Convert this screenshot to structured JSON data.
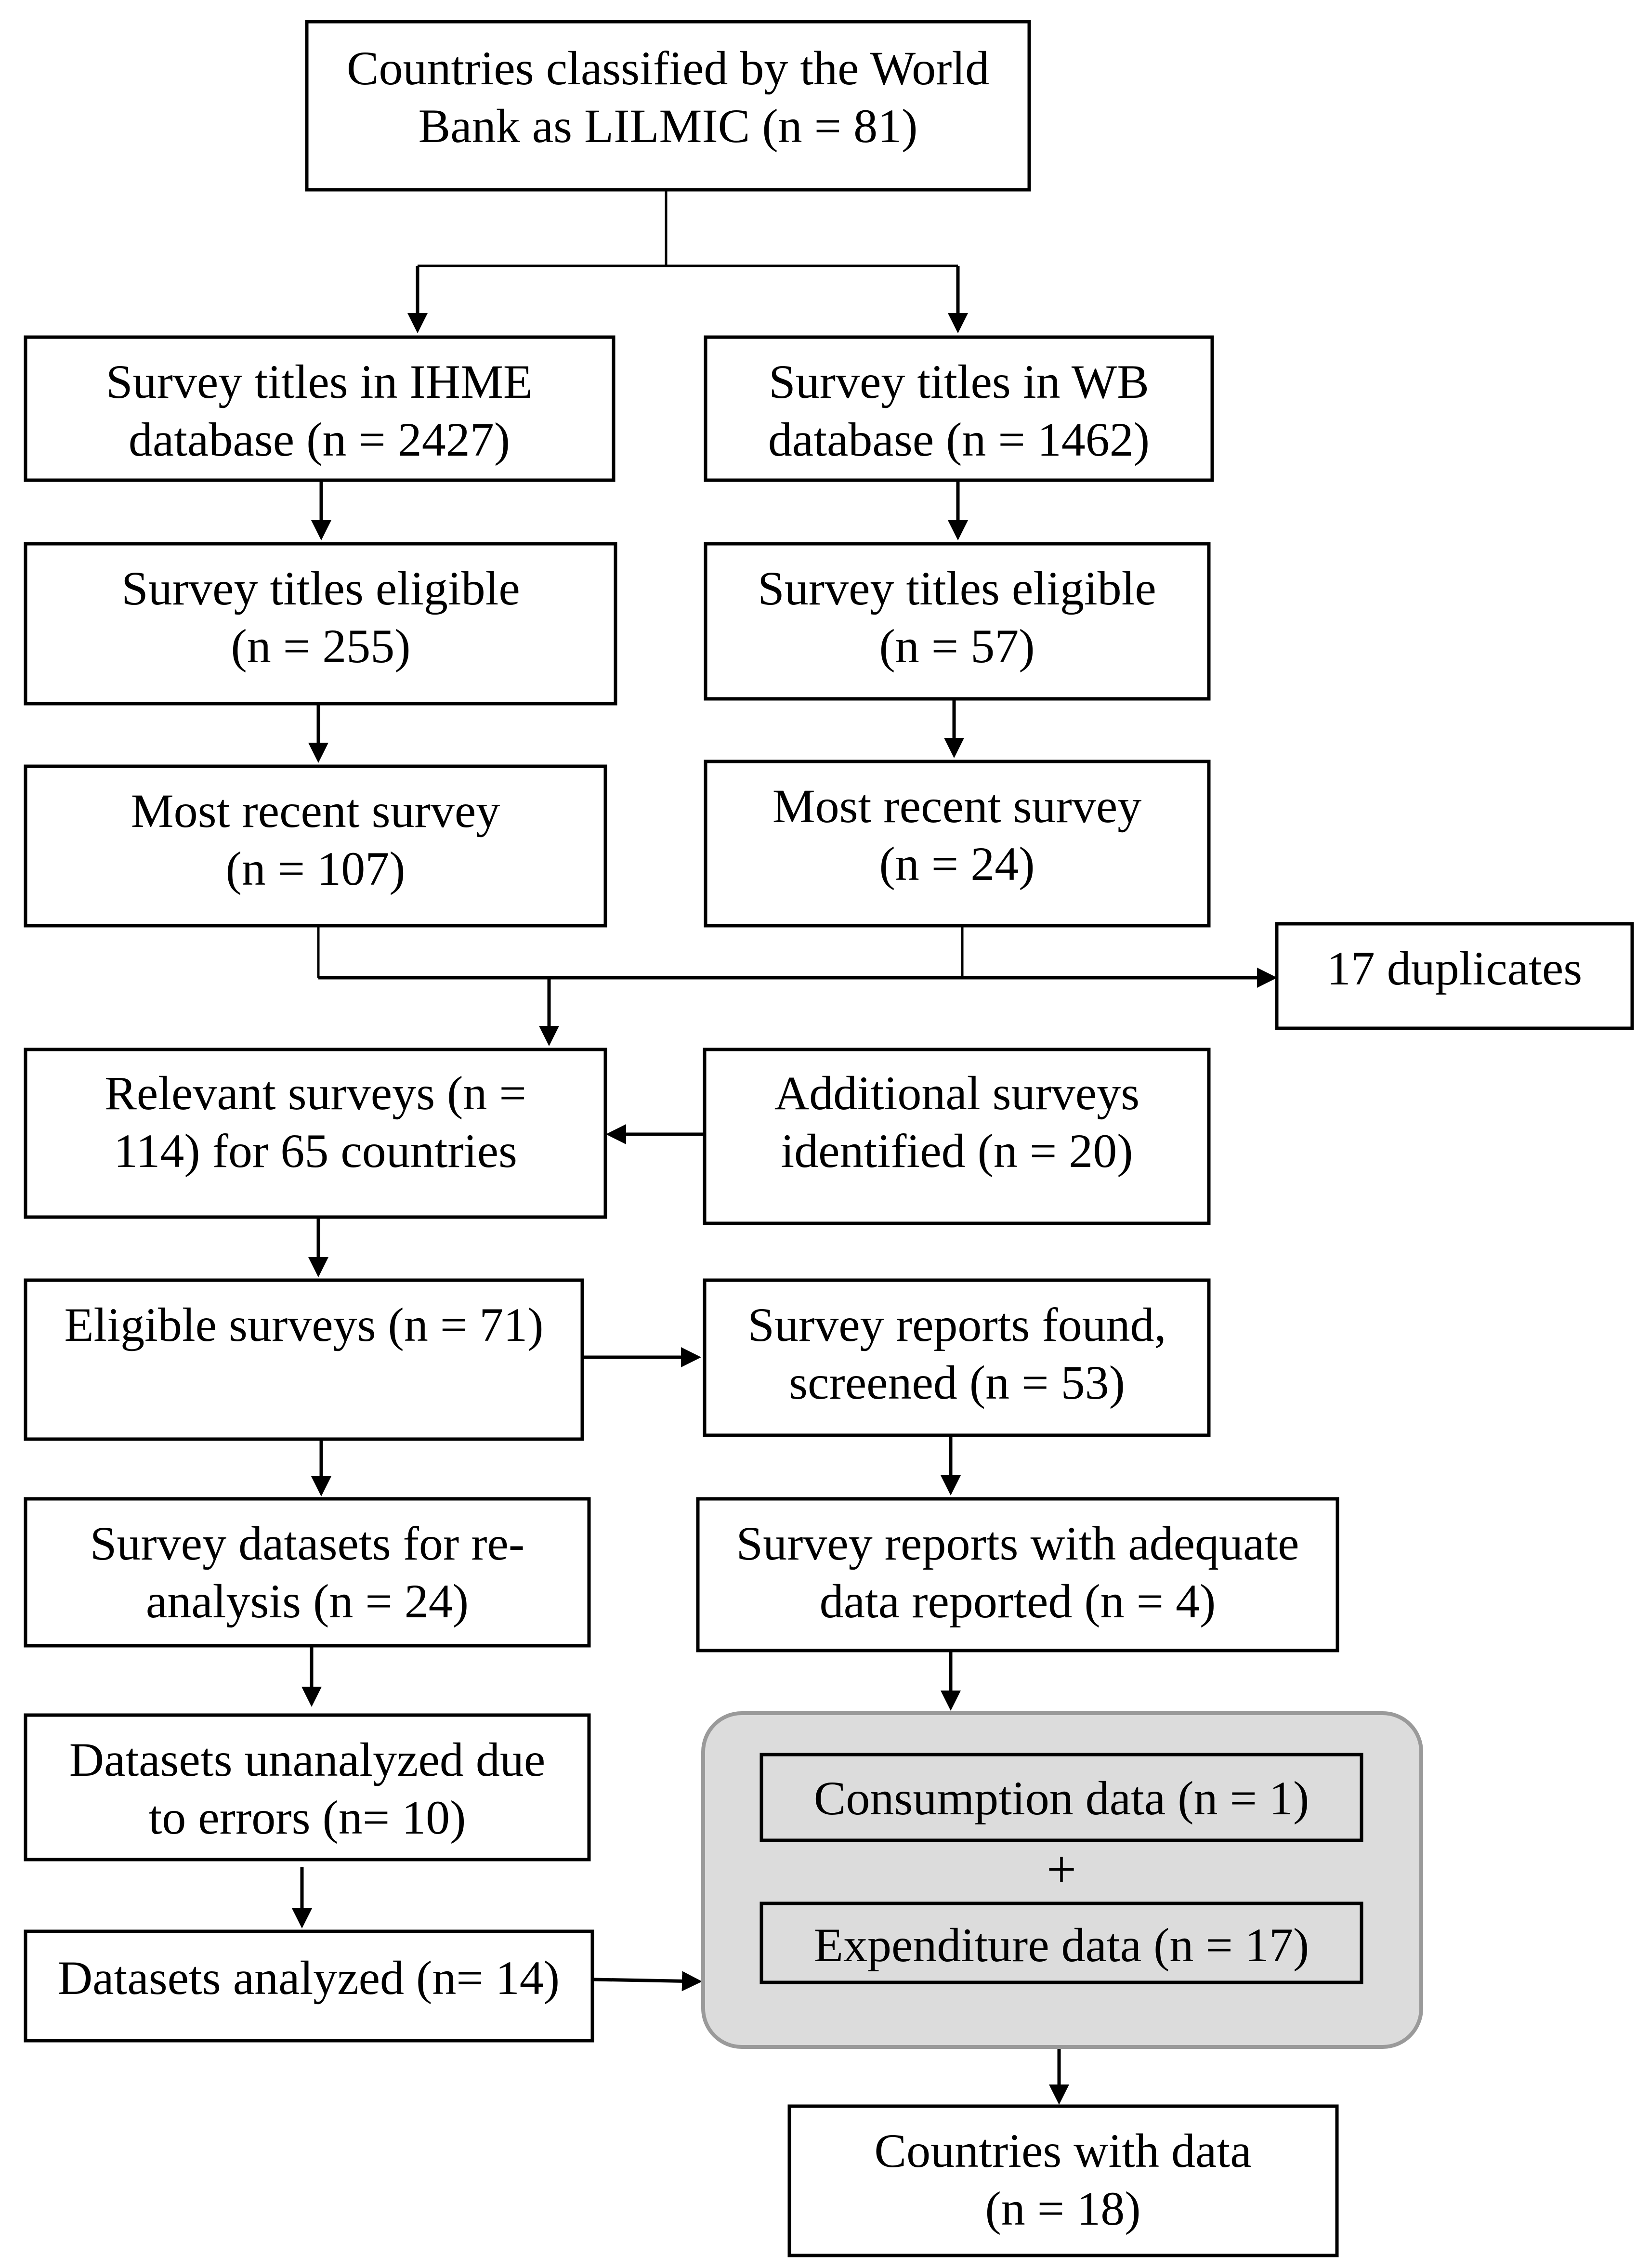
{
  "nodes": {
    "countries_lilmic": {
      "line1": "Countries classified by the World",
      "line2": "Bank as LILMIC (n = 81)"
    },
    "ihme_titles": {
      "line1": "Survey titles in IHME",
      "line2": "database (n = 2427)"
    },
    "wb_titles": {
      "line1": "Survey titles in WB",
      "line2": "database (n = 1462)"
    },
    "ihme_eligible": {
      "line1": "Survey titles eligible",
      "line2": "(n = 255)"
    },
    "wb_eligible": {
      "line1": "Survey titles eligible",
      "line2": "(n = 57)"
    },
    "ihme_recent": {
      "line1": "Most recent survey",
      "line2": "(n = 107)"
    },
    "wb_recent": {
      "line1": "Most recent survey",
      "line2": "(n = 24)"
    },
    "duplicates": {
      "line1": "17 duplicates"
    },
    "relevant": {
      "line1": "Relevant surveys (n =",
      "line2": "114) for 65 countries"
    },
    "additional": {
      "line1": "Additional surveys",
      "line2": "identified (n = 20)"
    },
    "eligible_surveys": {
      "line1": "Eligible surveys (n = 71)"
    },
    "reports_found": {
      "line1": "Survey reports found,",
      "line2": "screened (n = 53)"
    },
    "datasets_reanalysis": {
      "line1": "Survey datasets for re-",
      "line2": "analysis (n = 24)"
    },
    "reports_adequate": {
      "line1": "Survey reports with adequate",
      "line2": "data reported (n = 4)"
    },
    "datasets_errors": {
      "line1": "Datasets unanalyzed due",
      "line2": "to errors (n= 10)"
    },
    "datasets_analyzed": {
      "line1": "Datasets analyzed (n= 14)"
    },
    "consumption": {
      "line1": "Consumption data (n = 1)"
    },
    "plus": "+",
    "expenditure": {
      "line1": "Expenditure data (n = 17)"
    },
    "countries_with_data": {
      "line1": "Countries with data",
      "line2": "(n = 18)"
    }
  },
  "colors": {
    "group_fill": "#dcdcdc",
    "group_border": "#9a9a9a",
    "stroke": "#000000"
  }
}
